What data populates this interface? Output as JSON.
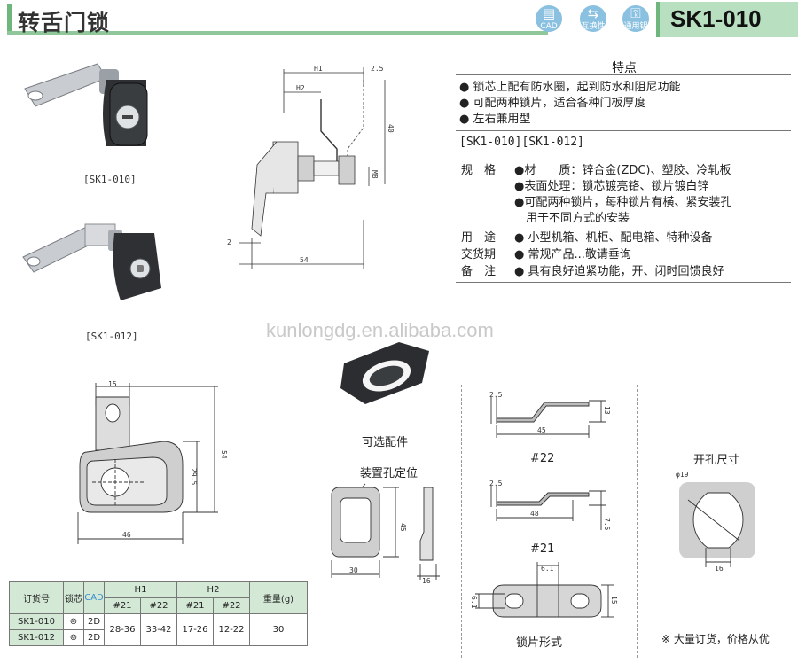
{
  "header": {
    "title": "转舌门锁",
    "model": "SK1-010",
    "icons": [
      {
        "name": "cad-icon",
        "label": "CAD"
      },
      {
        "name": "interchange-icon",
        "label": "互换性"
      },
      {
        "name": "key-icon",
        "label": "通用钥匙"
      }
    ]
  },
  "captions": {
    "sk1_010": "[SK1-010]",
    "sk1_012": "[SK1-012]",
    "optional": "可选配件",
    "mount_hole": "装置孔定位",
    "cutout": "开孔尺寸",
    "tongue_types": "锁片形式",
    "t22": "#22",
    "t21": "#21"
  },
  "watermark": "kunlongdg.en.alibaba.com",
  "features": {
    "title": "特点",
    "bullets": [
      "● 锁芯上配有防水圈，起到防水和阻尼功能",
      "● 可配两种锁片，适合各种门板厚度",
      "● 左右兼用型"
    ],
    "models": "[SK1-010][SK1-012]"
  },
  "specs": [
    {
      "label": "规　格",
      "value": "●材　　质：锌合金(ZDC)、塑胶、冷轧板"
    },
    {
      "label": "",
      "value": "●表面处理：锁芯镀亮铬、锁片镀白锌"
    },
    {
      "label": "",
      "value": "●可配两种锁片，每种锁片有横、紧安装孔"
    },
    {
      "label": "",
      "value": "　用于不同方式的安装"
    },
    {
      "label": "用　途",
      "value": "● 小型机箱、机柜、配电箱、特种设备"
    },
    {
      "label": "交货期",
      "value": "● 常规产品...敬请垂询"
    },
    {
      "label": "备　注",
      "value": "● 具有良好迫紧功能，开、闭时回馈良好"
    }
  ],
  "dims": {
    "H1": "H1",
    "H2": "H2",
    "d25": "2.5",
    "d40": "40",
    "M8": "M8",
    "d2": "2",
    "d54": "54",
    "d15": "15",
    "d54v": "54",
    "d295": "29.5",
    "d46": "46",
    "d30": "30",
    "d45": "45",
    "d16": "16",
    "t22_25": "2.5",
    "t22_13": "13",
    "t22_45": "45",
    "t21_25": "2.5",
    "t21_48": "48",
    "t21_75": "7.5",
    "phi19": "φ19",
    "c16": "16",
    "t_61a": "6.1",
    "t_61b": "6.1",
    "t_15": "15"
  },
  "table": {
    "h_order": "订货号",
    "h_core": "锁芯",
    "h_cad": "CAD",
    "h_h1": "H1",
    "h_h2": "H2",
    "h_weight": "重量(g)",
    "sub": [
      "#21",
      "#22",
      "#21",
      "#22"
    ],
    "rows": [
      {
        "order": "SK1-010",
        "cad": "2D"
      },
      {
        "order": "SK1-012",
        "cad": "2D"
      }
    ],
    "h1_21": "28-36",
    "h1_22": "33-42",
    "h2_21": "17-26",
    "h2_22": "12-22",
    "weight": "30"
  },
  "note": "※ 大量订货，价格从优"
}
